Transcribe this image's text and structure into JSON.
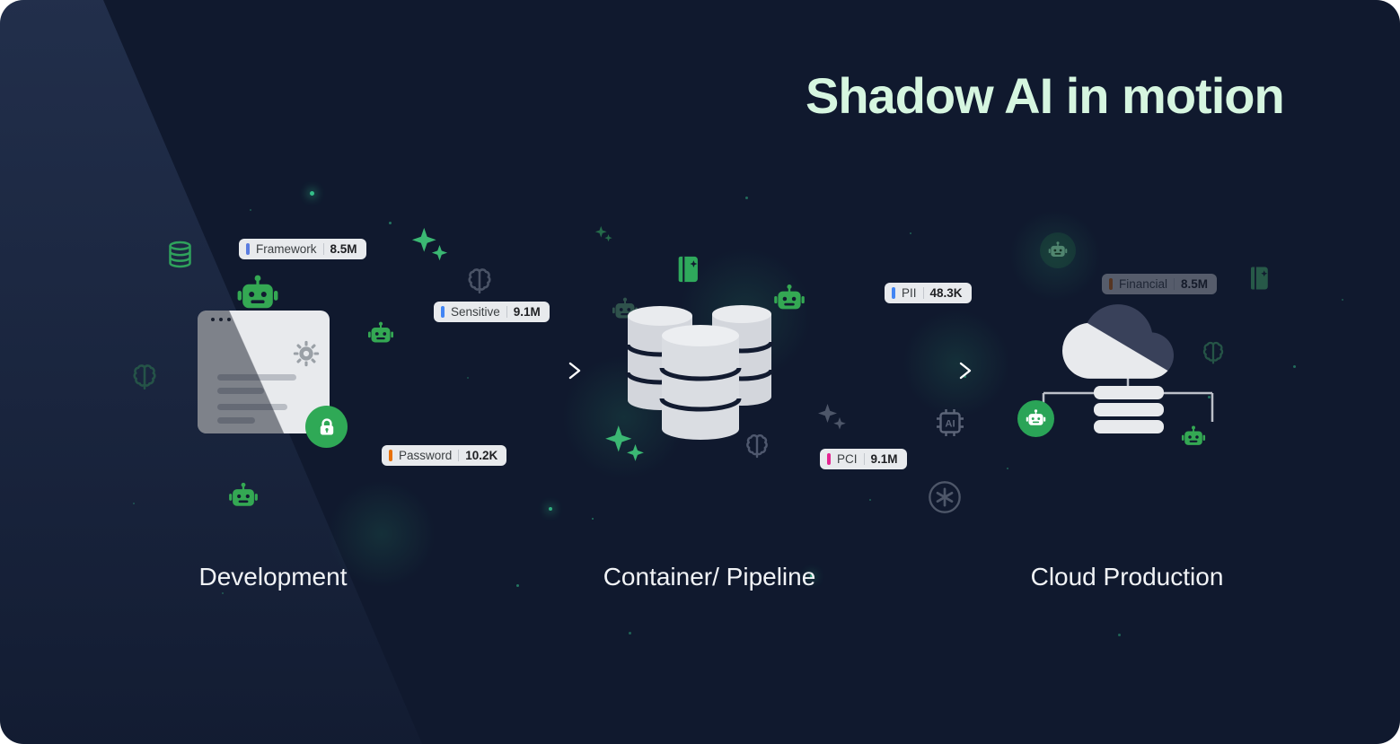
{
  "title": "Shadow AI in motion",
  "stages": {
    "development": {
      "label": "Development"
    },
    "pipeline": {
      "label": "Container/ Pipeline"
    },
    "cloud": {
      "label": "Cloud Production"
    }
  },
  "badges": {
    "framework": {
      "label": "Framework",
      "value": "8.5M",
      "accent": "#5b7de0"
    },
    "sensitive": {
      "label": "Sensitive",
      "value": "9.1M",
      "accent": "#4285f4"
    },
    "password": {
      "label": "Password",
      "value": "10.2K",
      "accent": "#e8710a"
    },
    "pii": {
      "label": "PII",
      "value": "48.3K",
      "accent": "#4285f4"
    },
    "pci": {
      "label": "PCI",
      "value": "9.1M",
      "accent": "#e52592"
    },
    "financial": {
      "label": "Financial",
      "value": "8.5M",
      "accent": "#e8710a"
    }
  },
  "colors": {
    "background": "#10192e",
    "title_text": "#d6f6e0",
    "stage_label_text": "#f1f3f6",
    "badge_background": "#e8eaed",
    "accent_green": "#34a853",
    "illustration_gray": "#dcdfe4"
  },
  "iconography": [
    "database-icon",
    "robot-icon",
    "brain-icon",
    "sparkles-icon",
    "book-icon",
    "gear-icon",
    "lock-icon",
    "ai-chip-icon",
    "openai-icon",
    "cloud-icon",
    "browser-window",
    "database-cluster",
    "server-stack",
    "flow-arrow"
  ]
}
